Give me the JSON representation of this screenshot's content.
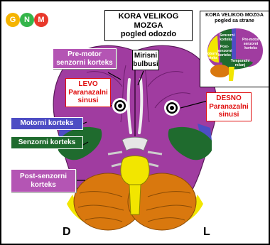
{
  "logo": {
    "letters": [
      "G",
      "N",
      "M"
    ],
    "colors": [
      "#f5b400",
      "#35b54a",
      "#e8392b"
    ]
  },
  "title": {
    "line1": "KORA VELIKOG MOZGA",
    "line2": "pogled odozdo"
  },
  "inset": {
    "title_line1": "KORA VELIKOG MOZGA",
    "title_line2": "pogled sa strane",
    "labels": [
      "Senzorni korteks",
      "Pre-motor senzorni korteks",
      "Post-senzorni korteks",
      "Motorni korteks",
      "Temporalni režanj"
    ]
  },
  "labels": {
    "premotor": "Pre-motor senzorni korteks",
    "mirisni": "Mirisni bulbusi",
    "levo": "LEVO Paranazalni sinusi",
    "desno": "DESNO Paranazalni sinusi",
    "motorni": "Motorni korteks",
    "senzorni": "Senzorni korteks",
    "post": "Post-senzorni korteks"
  },
  "corners": {
    "left": "D",
    "right": "L"
  },
  "colors": {
    "cortex": "#a03ca0",
    "sensory": "#1f6b2e",
    "motor": "#4d4dc4",
    "brainstem": "#f2e600",
    "cerebellum": "#d9780e",
    "olfactory": "#e8e8e8"
  }
}
